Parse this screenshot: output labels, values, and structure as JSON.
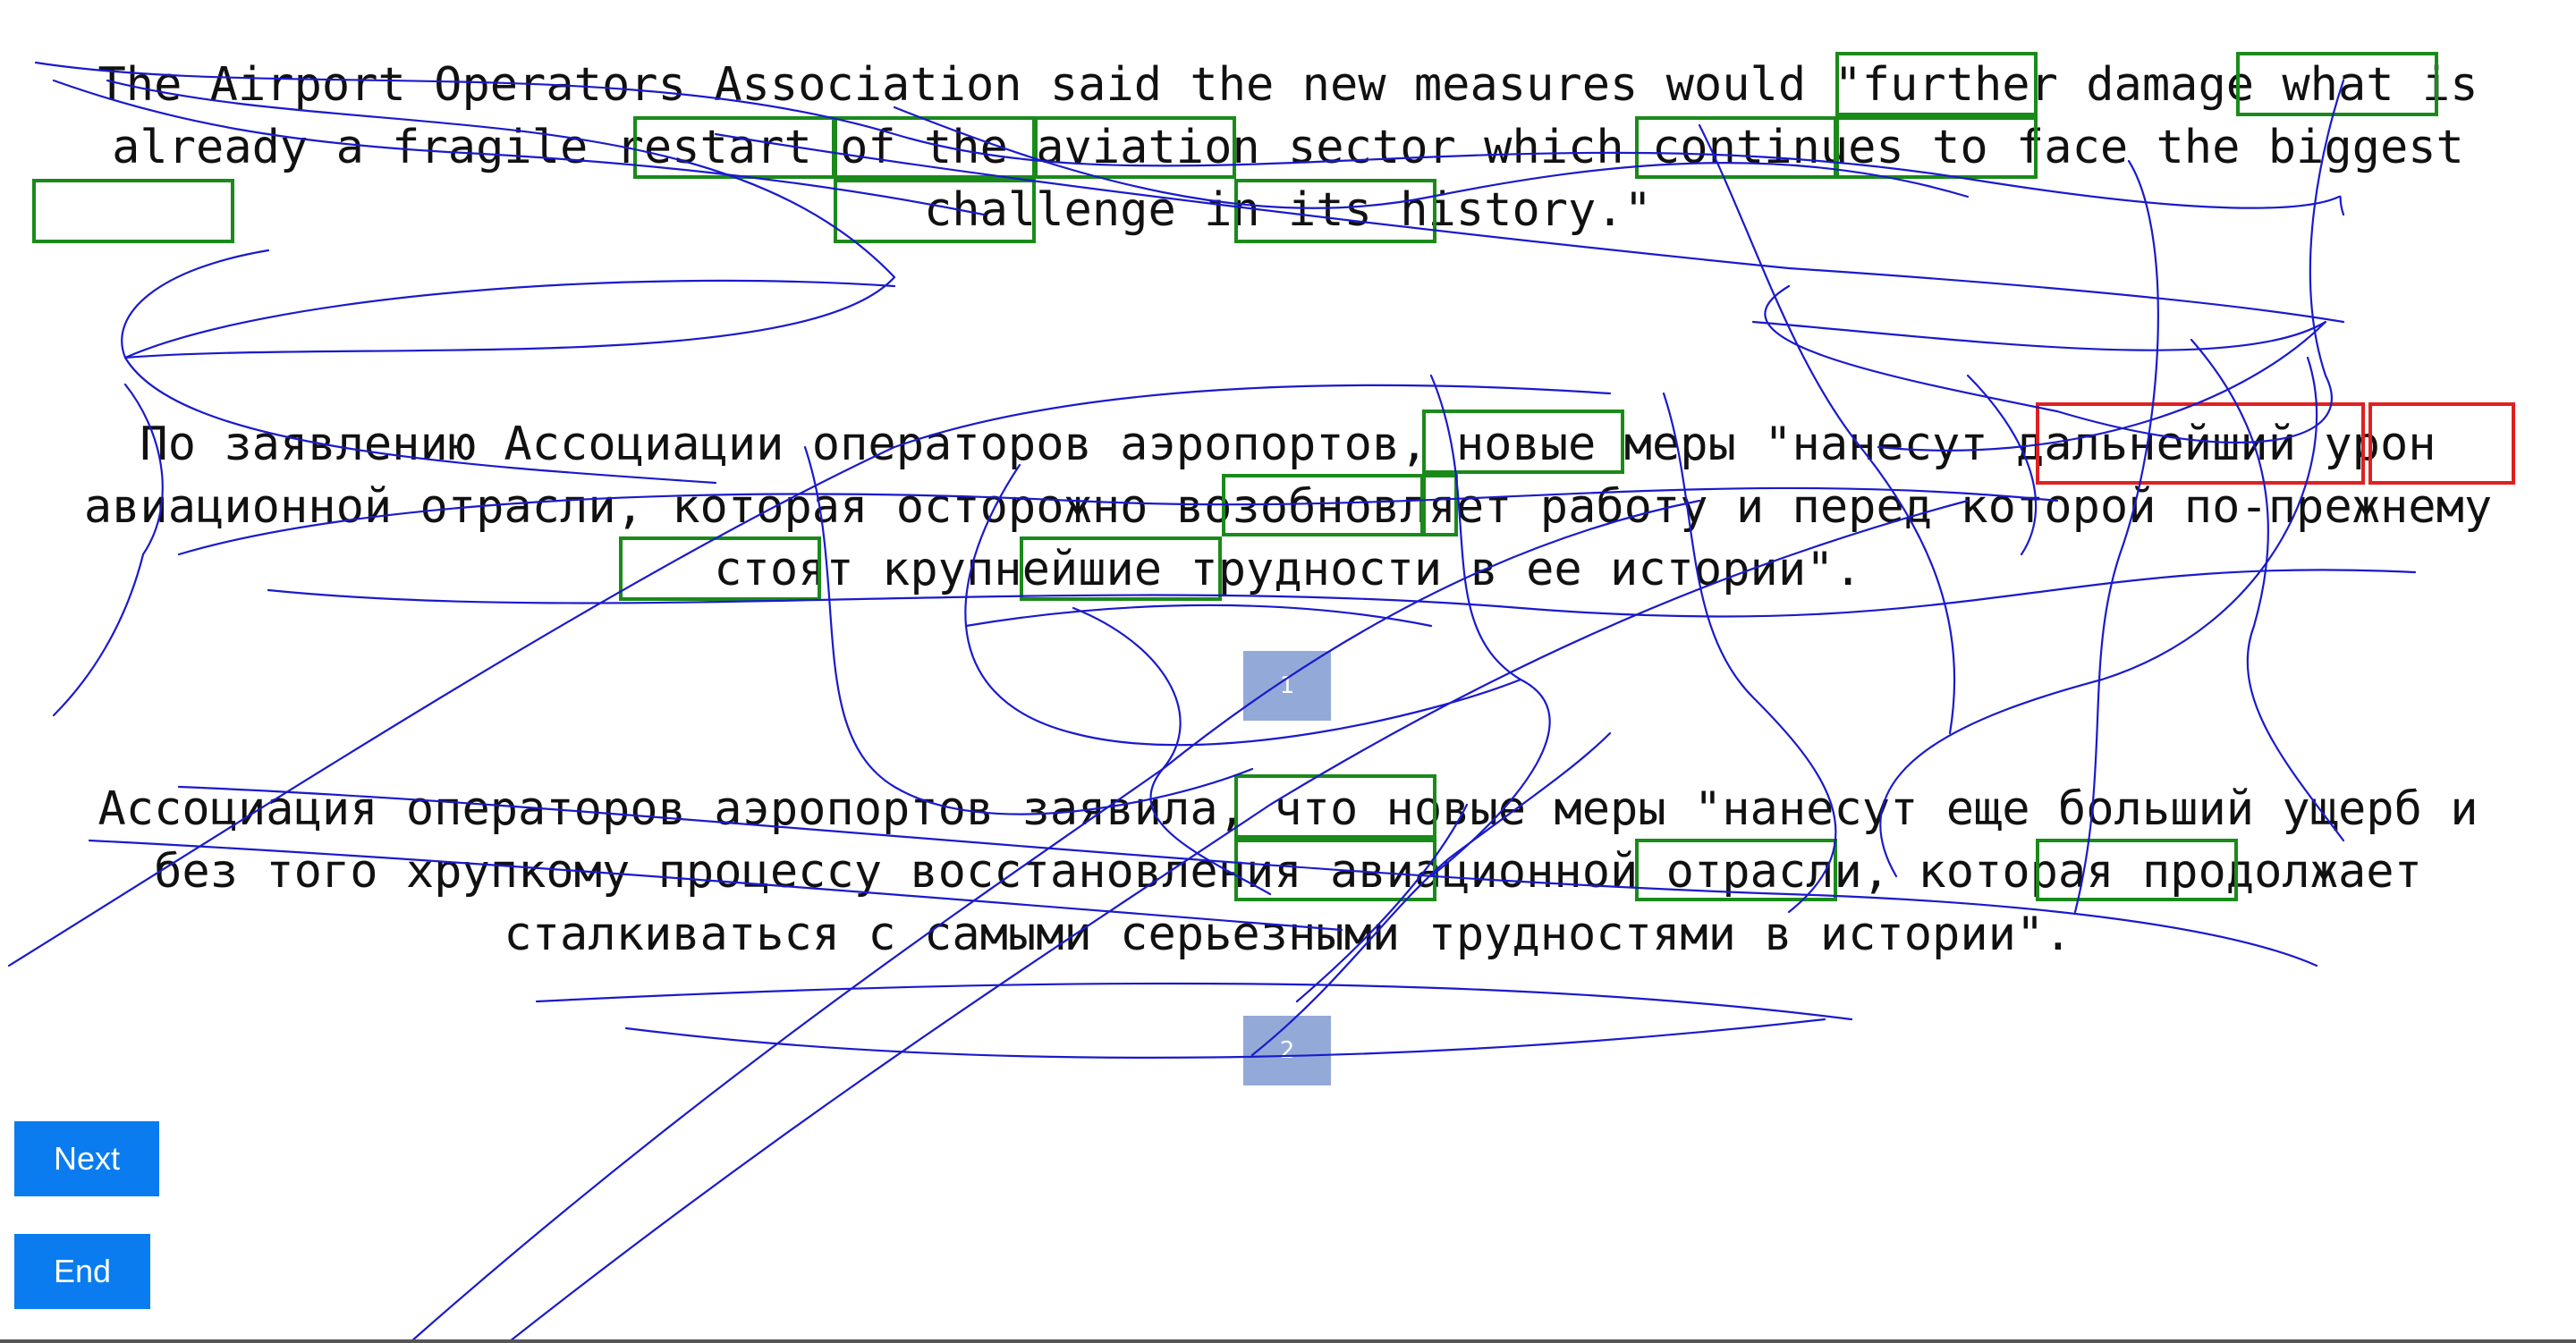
{
  "passages": {
    "source": {
      "lines": [
        "The Airport Operators Association said the new measures would \"further damage what is",
        "already a fragile restart of the aviation sector which continues to face the biggest",
        "challenge in its history.\""
      ]
    },
    "translation_1": {
      "lines": [
        "По заявлению Ассоциации операторов аэропортов, новые меры \"нанесут дальнейший урон",
        "авиационной отрасли, которая осторожно возобновляет работу и перед которой по-прежнему",
        "стоят крупнейшие трудности в ее истории\"."
      ],
      "marker": "1"
    },
    "translation_2": {
      "lines": [
        "Ассоциация операторов аэропортов заявила, что новые меры \"нанесут еще больший ущерб и",
        "без того хрупкому процессу восстановления авиационной отрасли, которая продолжает",
        "сталкиваться с самыми серьезными трудностями в истории\"."
      ],
      "marker": "2"
    }
  },
  "buttons": {
    "next_label": "Next",
    "end_label": "End"
  },
  "colors": {
    "highlight_green": "#1a8a1a",
    "highlight_red": "#e02020",
    "scribble_blue": "#1a1acc",
    "button_blue": "#0a7cf0",
    "marker_blue": "#93a9d8"
  }
}
